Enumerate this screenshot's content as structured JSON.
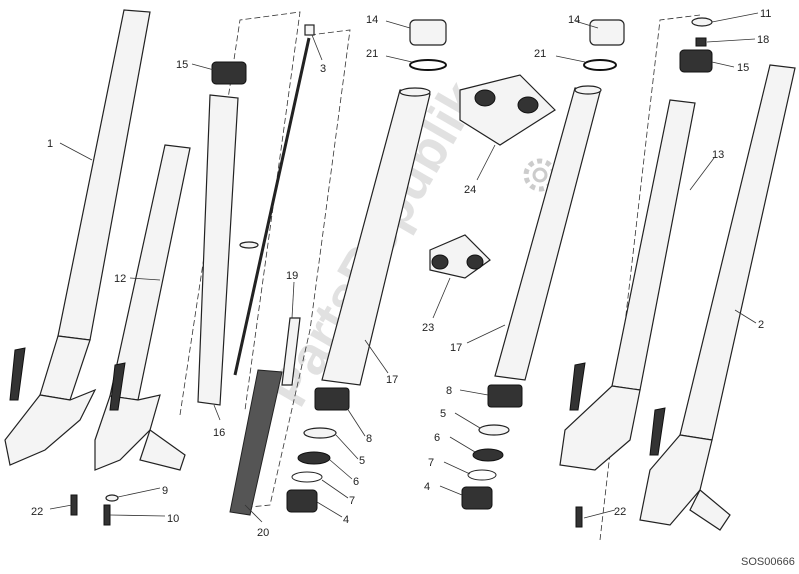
{
  "diagram": {
    "title": "Front fork exploded view",
    "reference_code": "SOS00666",
    "watermark": "PartsRepublik",
    "callouts": {
      "c1": "1",
      "c2": "2",
      "c3": "3",
      "c4a": "4",
      "c4b": "4",
      "c5a": "5",
      "c5b": "5",
      "c6a": "6",
      "c6b": "6",
      "c7a": "7",
      "c7b": "7",
      "c8a": "8",
      "c8b": "8",
      "c9": "9",
      "c10": "10",
      "c11": "11",
      "c12": "12",
      "c13": "13",
      "c14a": "14",
      "c14b": "14",
      "c15a": "15",
      "c15b": "15",
      "c16": "16",
      "c17a": "17",
      "c17b": "17",
      "c18": "18",
      "c19": "19",
      "c20": "20",
      "c21a": "21",
      "c21b": "21",
      "c22a": "22",
      "c22b": "22",
      "c23": "23",
      "c24": "24"
    }
  }
}
